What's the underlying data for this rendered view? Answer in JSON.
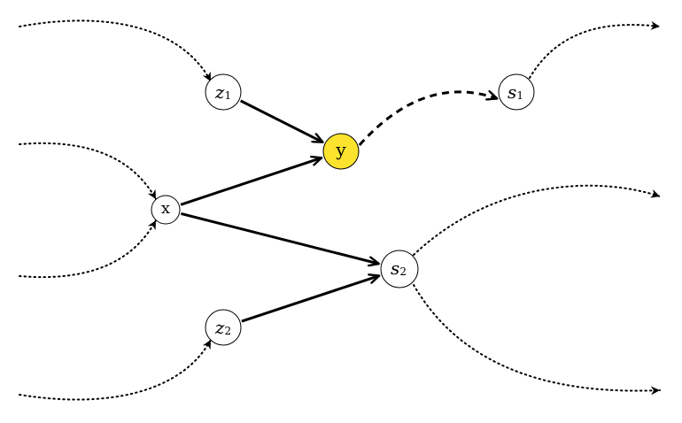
{
  "nodes": {
    "z1": {
      "label": "z",
      "sub": "1",
      "italic": true
    },
    "y": {
      "label": "y",
      "sub": "",
      "italic": false,
      "highlight": true
    },
    "s1": {
      "label": "s",
      "sub": "1",
      "italic": true
    },
    "x": {
      "label": "x",
      "sub": "",
      "italic": false
    },
    "s2": {
      "label": "s",
      "sub": "2",
      "italic": true
    },
    "z2": {
      "label": "z",
      "sub": "2",
      "italic": true
    }
  },
  "edges": [
    {
      "from": "z1",
      "to": "y",
      "style": "solid"
    },
    {
      "from": "x",
      "to": "y",
      "style": "solid"
    },
    {
      "from": "x",
      "to": "s2",
      "style": "solid"
    },
    {
      "from": "z2",
      "to": "s2",
      "style": "solid"
    },
    {
      "from": "y",
      "to": "s1",
      "style": "dashed"
    }
  ],
  "colors": {
    "highlight": "#fce32e",
    "node_fill": "#ffffff",
    "stroke": "#000000"
  }
}
